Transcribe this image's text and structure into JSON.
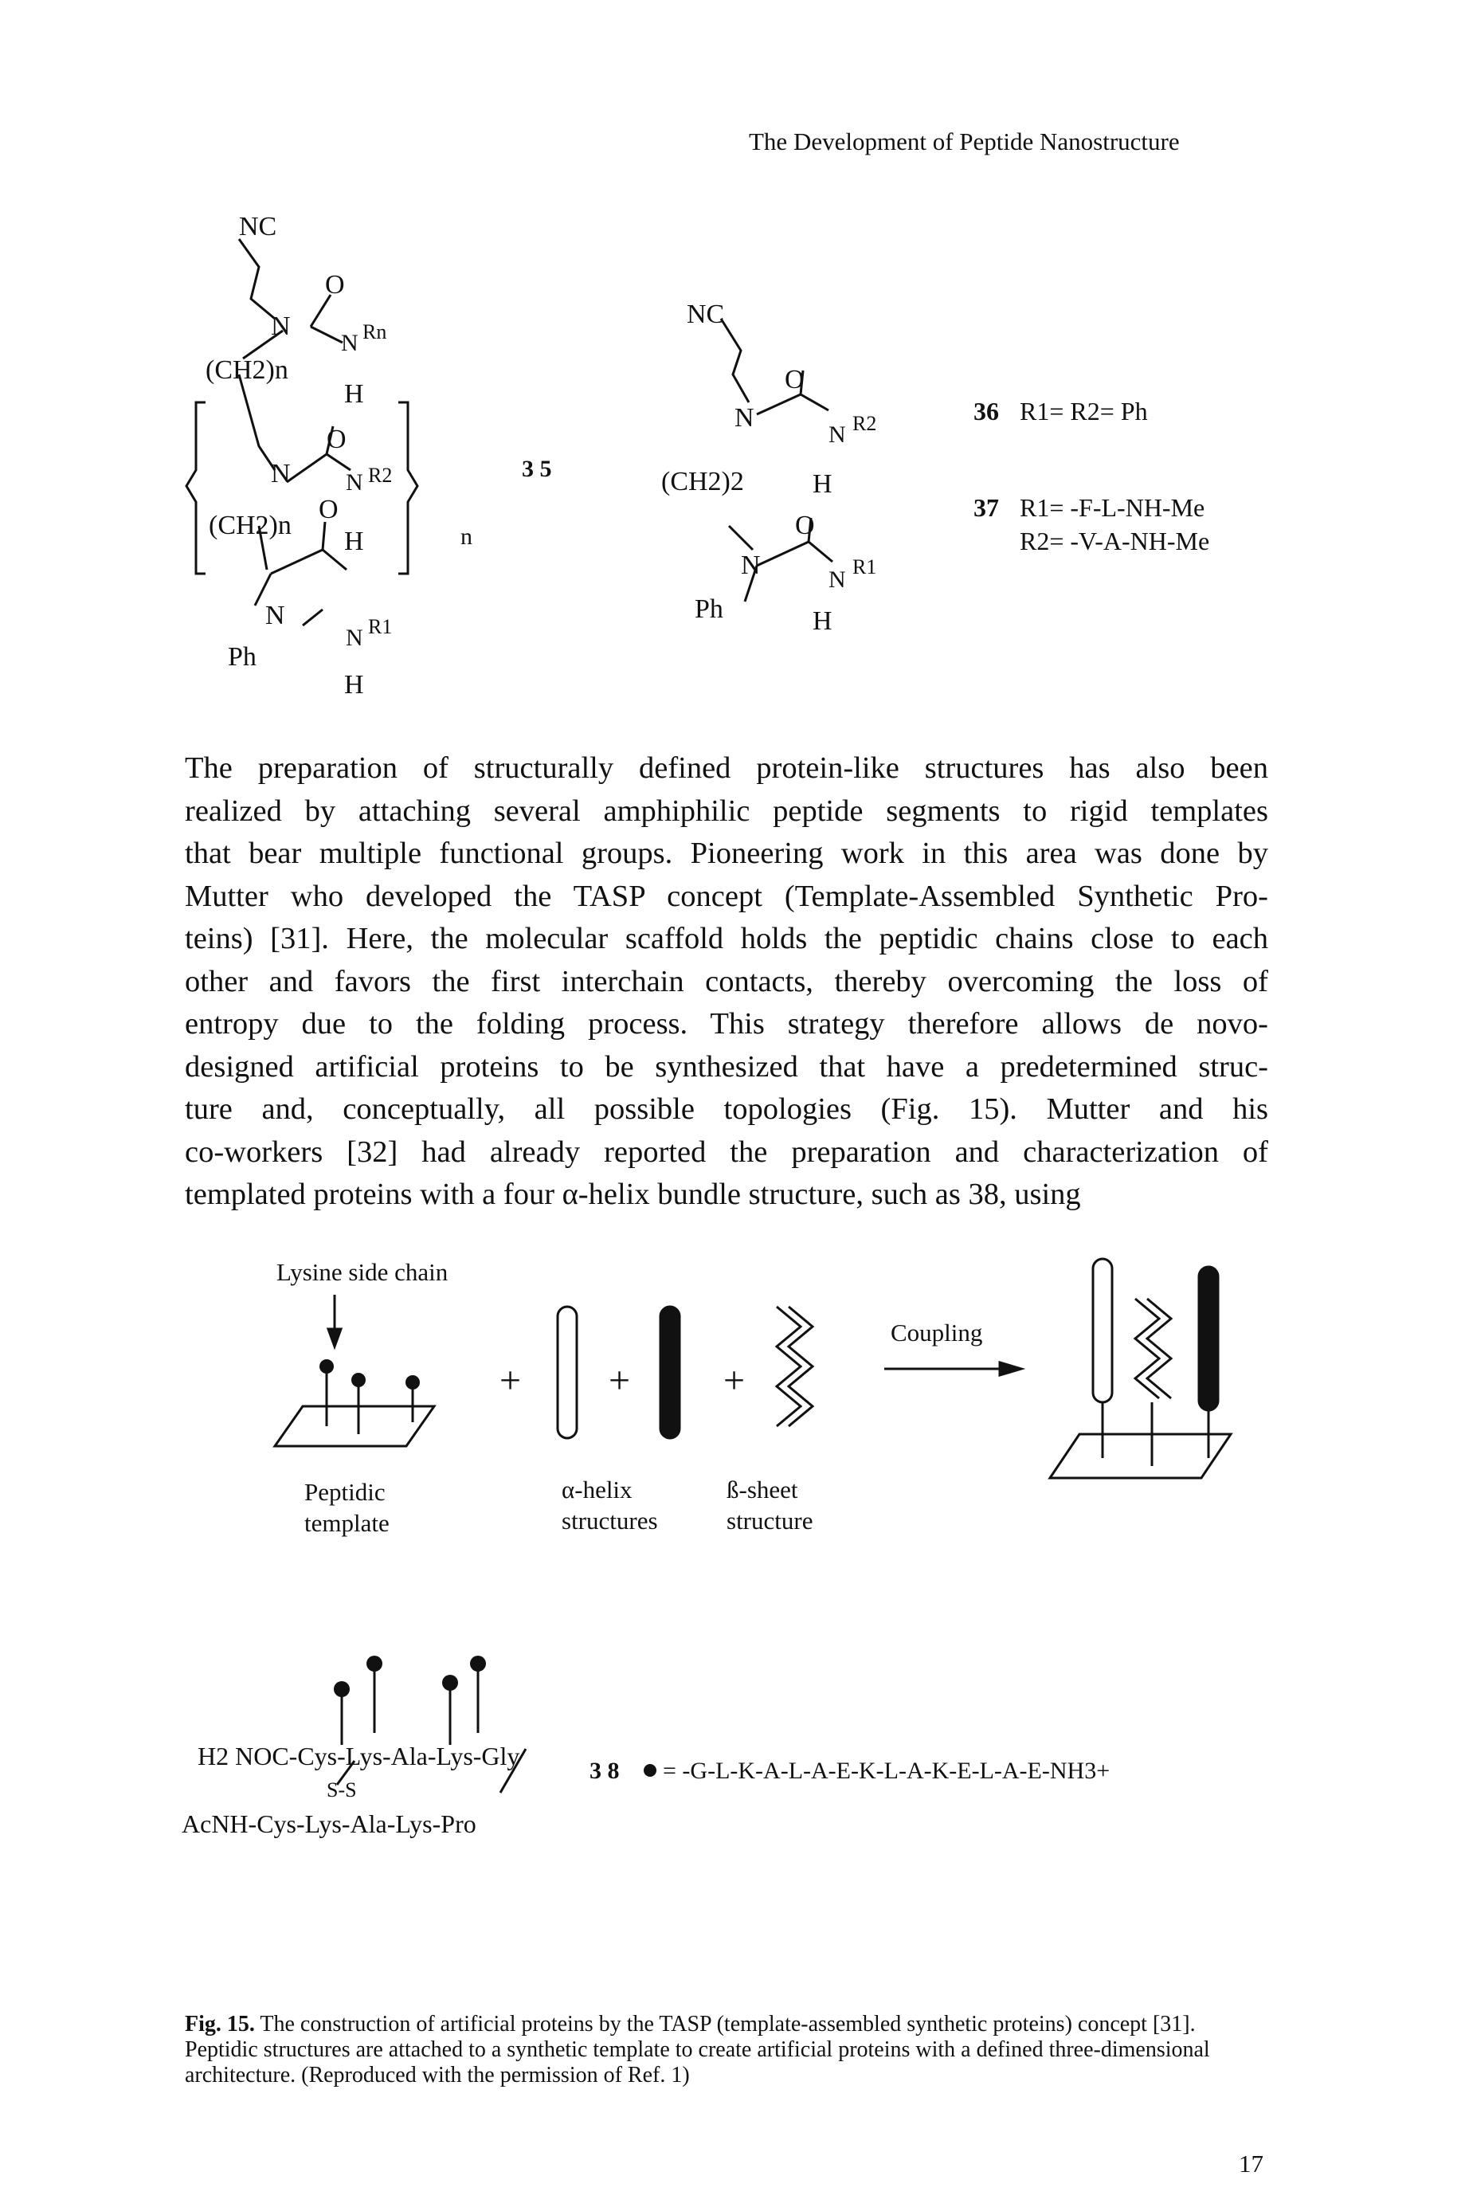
{
  "header": {
    "running_title": "The Development of Peptide Nanostructure"
  },
  "scheme_top": {
    "compound_35": {
      "nc": "NC",
      "o": "O",
      "n": "N",
      "rn": "Rn",
      "r2": "R2",
      "r1": "R1",
      "h": "H",
      "ch2n": "(CH2)n",
      "ph": "Ph",
      "repeat": "n",
      "number": "3 5"
    },
    "compound_36_37_structure": {
      "nc": "NC",
      "ch2_2": "(CH2)2",
      "r2": "R2",
      "r1": "R1",
      "ph": "Ph"
    },
    "legend": {
      "c36": "36",
      "c36_def": "R1= R2= Ph",
      "c37": "37",
      "c37_r1": "R1= -F-L-NH-Me",
      "c37_r2": "R2= -V-A-NH-Me"
    }
  },
  "paragraph": {
    "lines": [
      "The preparation of structurally defined protein-like structures has also been",
      "realized by attaching several amphiphilic peptide segments to rigid templates",
      "that bear multiple functional groups. Pioneering work in this area was done by",
      "Mutter who developed the TASP concept (Template-Assembled Synthetic Pro-",
      "teins) [31]. Here, the molecular scaffold holds the peptidic chains close to each",
      "other and favors the first interchain contacts, thereby overcoming the loss of",
      "entropy due to the folding process. This strategy therefore allows de novo-",
      "designed artificial proteins to be synthesized that have a predetermined struc-",
      "ture and, conceptually, all possible topologies (Fig. 15). Mutter and his",
      "co-workers [32] had already reported the preparation and characterization of",
      "templated proteins with a four α-helix bundle structure, such as 38, using"
    ]
  },
  "figure15": {
    "lysine_label": "Lysine side chain",
    "coupling_label": "Coupling",
    "peptidic_template_1": "Peptidic",
    "peptidic_template_2": "template",
    "alpha_1": "α-helix",
    "alpha_2": "structures",
    "beta_1": "ß-sheet",
    "beta_2": "structure",
    "plus": "+",
    "seq_top": "H2 NOC-Cys-Lys-Ala-Lys-Gly",
    "seq_ss": "S-S",
    "seq_bottom": "AcNH-Cys-Lys-Ala-Lys-Pro",
    "c38_label": "3 8",
    "c38_def": "= -G-L-K-A-L-A-E-K-L-A-K-E-L-A-E-NH3+",
    "caption_label": "Fig. 15.",
    "caption_text": "The construction of artificial proteins by the TASP (template-assembled synthetic proteins) concept [31]. Peptidic structures are attached to a synthetic template to create artificial proteins with a defined three-dimensional architecture. (Reproduced with the permission of Ref. 1)"
  },
  "page_number": "17"
}
